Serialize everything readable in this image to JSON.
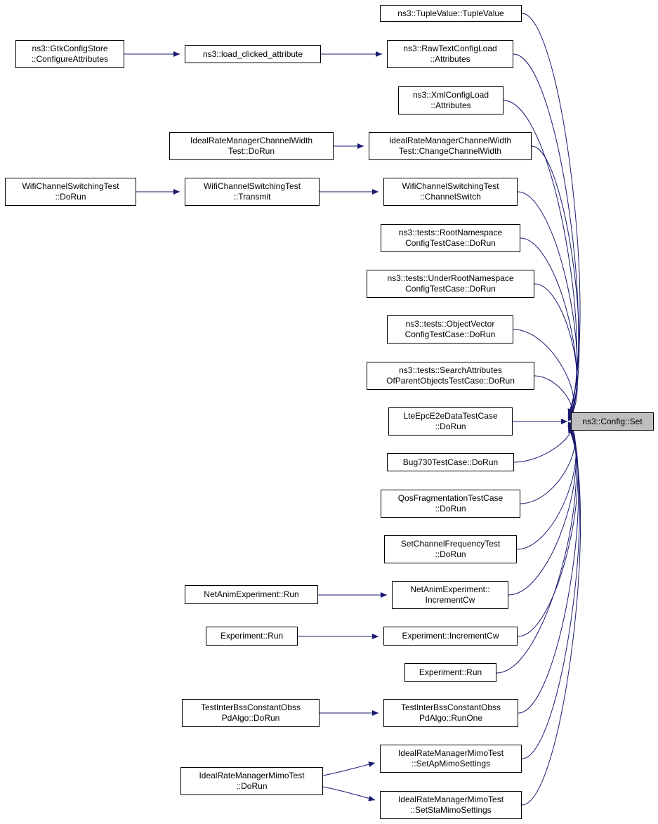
{
  "diagram": {
    "type": "doxygen-call-graph",
    "target_function": "ns3::Config::Set",
    "edge_color": "#191970",
    "node_border_color": "#000000",
    "node_fill": "#ffffff",
    "target_fill": "#bfbfbf"
  },
  "nodes": [
    {
      "id": "tuple-value",
      "label": "ns3::TupleValue::TupleValue"
    },
    {
      "id": "gtk-configure-attributes",
      "label": "ns3::GtkConfigStore\n::ConfigureAttributes"
    },
    {
      "id": "load-clicked-attribute",
      "label": "ns3::load_clicked_attribute"
    },
    {
      "id": "rawtext-config-load-attributes",
      "label": "ns3::RawTextConfigLoad\n::Attributes"
    },
    {
      "id": "xml-config-load-attributes",
      "label": "ns3::XmlConfigLoad\n::Attributes"
    },
    {
      "id": "ideal-rate-manager-channel-width-test-dorun",
      "label": "IdealRateManagerChannelWidth\nTest::DoRun"
    },
    {
      "id": "ideal-rate-manager-channel-width-test-change-channel-width",
      "label": "IdealRateManagerChannelWidth\nTest::ChangeChannelWidth"
    },
    {
      "id": "wifi-channel-switching-test-dorun",
      "label": "WifiChannelSwitchingTest\n::DoRun"
    },
    {
      "id": "wifi-channel-switching-test-transmit",
      "label": "WifiChannelSwitchingTest\n::Transmit"
    },
    {
      "id": "wifi-channel-switching-test-channel-switch",
      "label": "WifiChannelSwitchingTest\n::ChannelSwitch"
    },
    {
      "id": "root-namespace-config-test-case-dorun",
      "label": "ns3::tests::RootNamespace\nConfigTestCase::DoRun"
    },
    {
      "id": "under-root-namespace-config-test-case-dorun",
      "label": "ns3::tests::UnderRootNamespace\nConfigTestCase::DoRun"
    },
    {
      "id": "object-vector-config-test-case-dorun",
      "label": "ns3::tests::ObjectVector\nConfigTestCase::DoRun"
    },
    {
      "id": "search-attributes-of-parent-objects-test-case-dorun",
      "label": "ns3::tests::SearchAttributes\nOfParentObjectsTestCase::DoRun"
    },
    {
      "id": "lte-epc-e2e-data-test-case-dorun",
      "label": "LteEpcE2eDataTestCase\n::DoRun"
    },
    {
      "id": "bug730-test-case-dorun",
      "label": "Bug730TestCase::DoRun"
    },
    {
      "id": "qos-fragmentation-test-case-dorun",
      "label": "QosFragmentationTestCase\n::DoRun"
    },
    {
      "id": "set-channel-frequency-test-dorun",
      "label": "SetChannelFrequencyTest\n::DoRun"
    },
    {
      "id": "netanim-experiment-run",
      "label": "NetAnimExperiment::Run"
    },
    {
      "id": "netanim-experiment-increment-cw",
      "label": "NetAnimExperiment::\nIncrementCw"
    },
    {
      "id": "experiment-run",
      "label": "Experiment::Run"
    },
    {
      "id": "experiment-increment-cw",
      "label": "Experiment::IncrementCw"
    },
    {
      "id": "experiment-run-2",
      "label": "Experiment::Run"
    },
    {
      "id": "test-inter-bss-constant-obss-pd-algo-dorun",
      "label": "TestInterBssConstantObss\nPdAlgo::DoRun"
    },
    {
      "id": "test-inter-bss-constant-obss-pd-algo-run-one",
      "label": "TestInterBssConstantObss\nPdAlgo::RunOne"
    },
    {
      "id": "ideal-rate-manager-mimo-test-dorun",
      "label": "IdealRateManagerMimoTest\n::DoRun"
    },
    {
      "id": "ideal-rate-manager-mimo-test-set-ap-mimo-settings",
      "label": "IdealRateManagerMimoTest\n::SetApMimoSettings"
    },
    {
      "id": "ideal-rate-manager-mimo-test-set-sta-mimo-settings",
      "label": "IdealRateManagerMimoTest\n::SetStaMimoSettings"
    },
    {
      "id": "config-set",
      "label": "ns3::Config::Set"
    }
  ],
  "edges": [
    {
      "from": "gtk-configure-attributes",
      "to": "load-clicked-attribute"
    },
    {
      "from": "load-clicked-attribute",
      "to": "rawtext-config-load-attributes"
    },
    {
      "from": "ideal-rate-manager-channel-width-test-dorun",
      "to": "ideal-rate-manager-channel-width-test-change-channel-width"
    },
    {
      "from": "wifi-channel-switching-test-dorun",
      "to": "wifi-channel-switching-test-transmit"
    },
    {
      "from": "wifi-channel-switching-test-transmit",
      "to": "wifi-channel-switching-test-channel-switch"
    },
    {
      "from": "netanim-experiment-run",
      "to": "netanim-experiment-increment-cw"
    },
    {
      "from": "experiment-run",
      "to": "experiment-increment-cw"
    },
    {
      "from": "test-inter-bss-constant-obss-pd-algo-dorun",
      "to": "test-inter-bss-constant-obss-pd-algo-run-one"
    },
    {
      "from": "ideal-rate-manager-mimo-test-dorun",
      "to": "ideal-rate-manager-mimo-test-set-ap-mimo-settings"
    },
    {
      "from": "ideal-rate-manager-mimo-test-dorun",
      "to": "ideal-rate-manager-mimo-test-set-sta-mimo-settings"
    },
    {
      "from": "tuple-value",
      "to": "config-set"
    },
    {
      "from": "rawtext-config-load-attributes",
      "to": "config-set"
    },
    {
      "from": "xml-config-load-attributes",
      "to": "config-set"
    },
    {
      "from": "ideal-rate-manager-channel-width-test-change-channel-width",
      "to": "config-set"
    },
    {
      "from": "wifi-channel-switching-test-channel-switch",
      "to": "config-set"
    },
    {
      "from": "root-namespace-config-test-case-dorun",
      "to": "config-set"
    },
    {
      "from": "under-root-namespace-config-test-case-dorun",
      "to": "config-set"
    },
    {
      "from": "object-vector-config-test-case-dorun",
      "to": "config-set"
    },
    {
      "from": "search-attributes-of-parent-objects-test-case-dorun",
      "to": "config-set"
    },
    {
      "from": "lte-epc-e2e-data-test-case-dorun",
      "to": "config-set"
    },
    {
      "from": "bug730-test-case-dorun",
      "to": "config-set"
    },
    {
      "from": "qos-fragmentation-test-case-dorun",
      "to": "config-set"
    },
    {
      "from": "set-channel-frequency-test-dorun",
      "to": "config-set"
    },
    {
      "from": "netanim-experiment-increment-cw",
      "to": "config-set"
    },
    {
      "from": "experiment-increment-cw",
      "to": "config-set"
    },
    {
      "from": "experiment-run-2",
      "to": "config-set"
    },
    {
      "from": "test-inter-bss-constant-obss-pd-algo-run-one",
      "to": "config-set"
    },
    {
      "from": "ideal-rate-manager-mimo-test-set-ap-mimo-settings",
      "to": "config-set"
    },
    {
      "from": "ideal-rate-manager-mimo-test-set-sta-mimo-settings",
      "to": "config-set"
    }
  ]
}
